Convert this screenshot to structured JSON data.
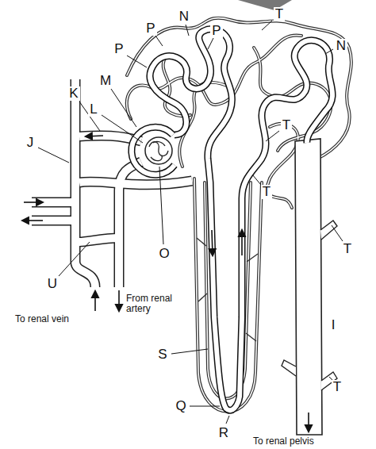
{
  "diagram": {
    "labels": [
      "P",
      "N",
      "P",
      "T",
      "N",
      "P",
      "M",
      "K",
      "L",
      "J",
      "T",
      "T",
      "T",
      "O",
      "U",
      "To renal vein",
      "From renal artery",
      "I",
      "S",
      "T",
      "Q",
      "R",
      "To renal pelvis"
    ]
  }
}
